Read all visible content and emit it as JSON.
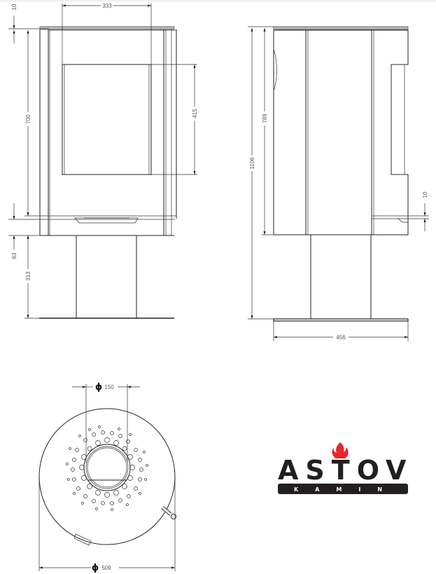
{
  "drawing": {
    "front_view": {
      "dimensions": {
        "top_plate_thickness": "10",
        "inner_width": "333",
        "firebox_height": "700",
        "glass_height": "415",
        "base_plate": "63",
        "pedestal_height": "313"
      }
    },
    "side_view": {
      "dimensions": {
        "total_height": "1106",
        "body_height": "789",
        "ash_tray": "10",
        "base_width": "456"
      }
    },
    "top_view": {
      "dimensions": {
        "flue_diameter_symbol": "ϕ",
        "flue_diameter": "150",
        "body_diameter_symbol": "ϕ",
        "body_diameter": "509"
      }
    }
  },
  "logo": {
    "brand": "ASTOV",
    "sub": "KAMIN",
    "flame_color": "#e8262b",
    "text_color": "#231f20"
  },
  "colors": {
    "line": "#222222",
    "dimension_text": "#4a5566",
    "background": "#ffffff"
  }
}
